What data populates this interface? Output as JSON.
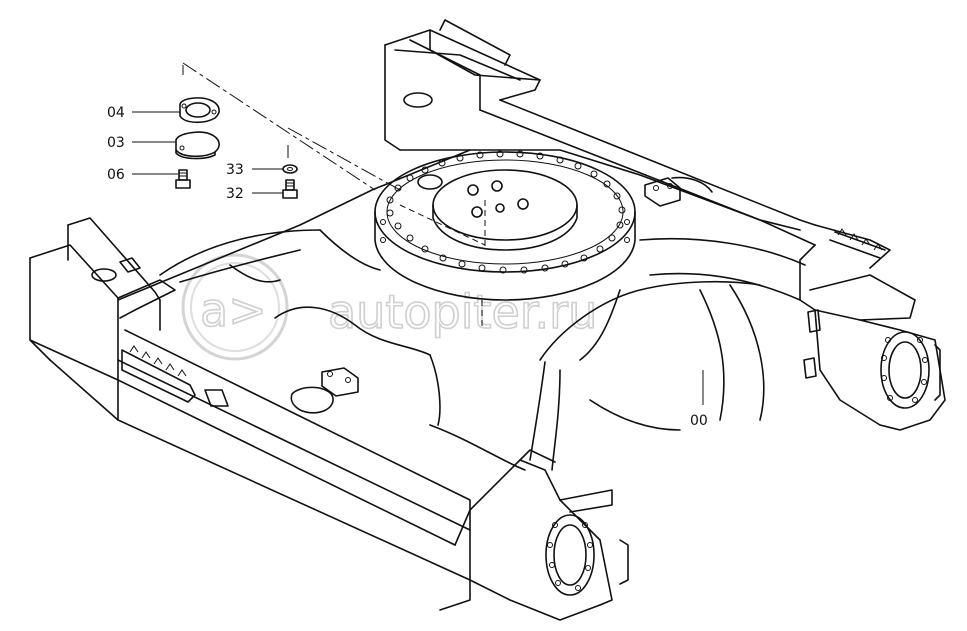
{
  "watermark": "autopiter.ru",
  "callouts": [
    {
      "id": "04"
    },
    {
      "id": "03"
    },
    {
      "id": "06"
    },
    {
      "id": "33"
    },
    {
      "id": "32"
    },
    {
      "id": "00"
    }
  ]
}
